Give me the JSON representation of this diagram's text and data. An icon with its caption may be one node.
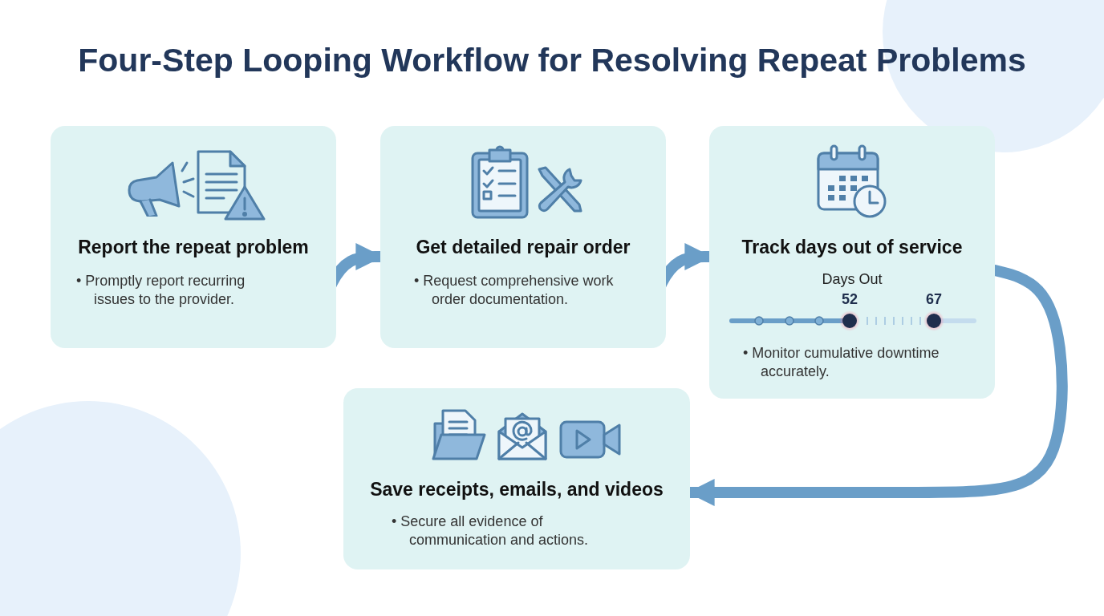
{
  "diagram": {
    "title": "Four-Step Looping Workflow for Resolving Repeat Problems",
    "nodes": [
      {
        "text": [
          "Report the repeat problem",
          "• Promptly report recurring issues to the provider."
        ]
      },
      {
        "text": [
          "Get detailed repair order",
          "• Request comprehensive work order documentation."
        ]
      },
      {
        "text": [
          "Track days out of service",
          "Days Out",
          "52",
          "67",
          "• Monitor cumulative downtime accurately."
        ]
      },
      {
        "text": [
          "Save receipts, emails, and videos",
          "• Secure all evidence of communication and actions."
        ]
      }
    ],
    "edges": [
      {
        "from": 0,
        "to": 1,
        "arrow": "to"
      },
      {
        "from": 1,
        "to": 2,
        "arrow": "to"
      },
      {
        "from": 2,
        "to": 3,
        "arrow": "to"
      }
    ]
  }
}
